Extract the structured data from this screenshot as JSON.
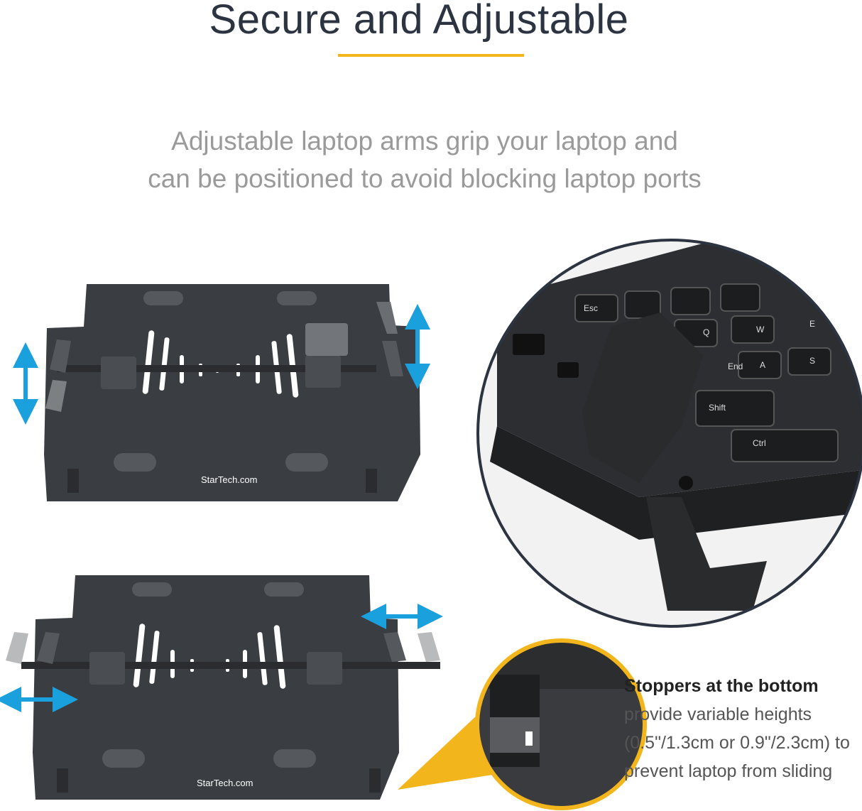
{
  "header": {
    "title": "Secure and Adjustable",
    "subtitle_line1": "Adjustable laptop arms grip your laptop and",
    "subtitle_line2": "can be positioned to avoid blocking laptop ports"
  },
  "caption": {
    "heading": "Stoppers at the bottom",
    "line1": "provide variable heights",
    "line2": "(0.5\"/1.3cm or 0.9\"/2.3cm) to",
    "line3": "prevent laptop from sliding"
  },
  "brand": {
    "logo": "StarTech.com"
  },
  "keyboard_keys": [
    "Esc",
    "Q",
    "W",
    "E",
    "A",
    "S",
    "End",
    "Shift",
    "Ctrl"
  ],
  "colors": {
    "accent_yellow": "#f2b51c",
    "arrow_blue": "#1aa0dc",
    "tray": "#3a3d42"
  }
}
